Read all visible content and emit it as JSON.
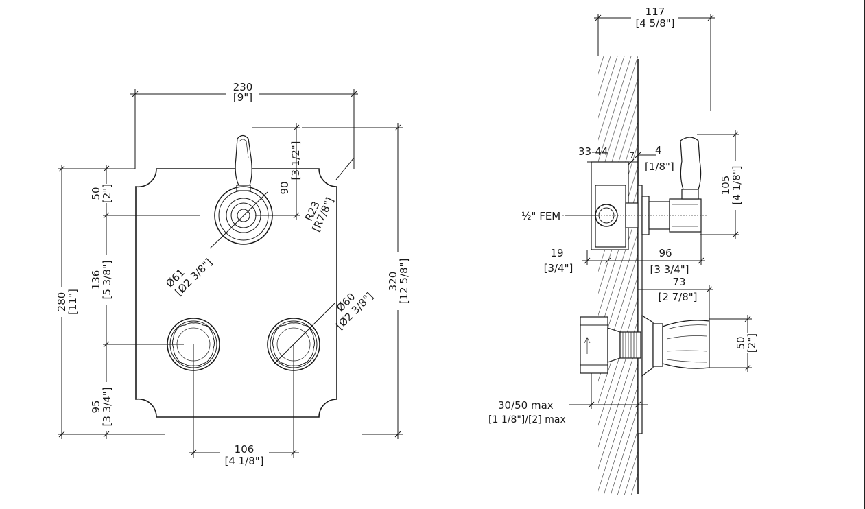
{
  "front_view": {
    "width_mm": "230",
    "width_in": "[9\"]",
    "height_mm": "280",
    "height_in": "[11\"]",
    "total_mm": "320",
    "total_in": "[12 5/8\"]",
    "handle_offset_mm": "50",
    "handle_offset_in": "[2\"]",
    "handle_height_mm": "90",
    "handle_height_in": "[3 1/2\"]",
    "corner_radius_mm": "R23",
    "corner_radius_in": "[R7/8\"]",
    "handle_dia_mm": "Ø61",
    "handle_dia_in": "[Ø2 3/8\"]",
    "spacing_mm": "136",
    "spacing_in": "[5 3/8\"]",
    "knob_dia_mm": "Ø60",
    "knob_dia_in": "[Ø2 3/8\"]",
    "bottom_offset_mm": "95",
    "bottom_offset_in": "[3 3/4\"]",
    "knob_spacing_mm": "106",
    "knob_spacing_in": "[4 1/8\"]"
  },
  "side_view": {
    "depth_mm": "117",
    "depth_in": "[4 5/8\"]",
    "body_depth_mm": "33-44",
    "plate_mm": "4",
    "plate_in": "[1/8\"]",
    "connection_label": "½\" FEM",
    "lever_height_mm": "105",
    "lever_height_in": "[4 1/8\"]",
    "inlet_mm": "19",
    "inlet_in": "[3/4\"]",
    "lever_proj_mm": "96",
    "lever_proj_in": "[3 3/4\"]",
    "knob_proj_mm": "73",
    "knob_proj_in": "[2 7/8\"]",
    "knob_height_mm": "50",
    "knob_height_in": "[2\"]",
    "wall_range": "30/50 max",
    "wall_range_in": "[1 1/8\"]/[2] max"
  }
}
